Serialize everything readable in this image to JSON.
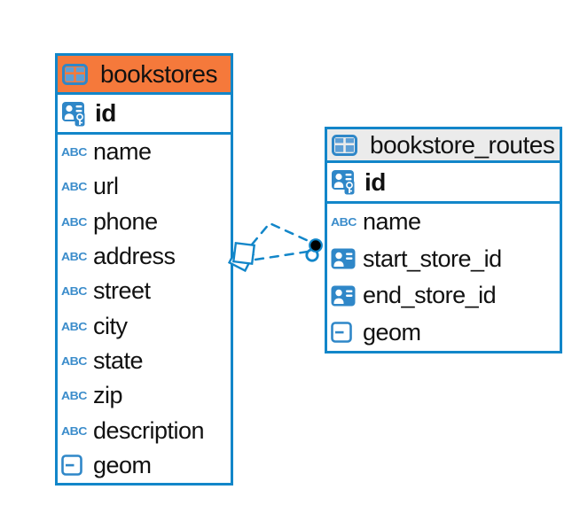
{
  "diagram": {
    "colors": {
      "table_border": "#1286C9",
      "bookstores_header_fill": "#F5793B",
      "bookstore_routes_header_fill": "#EBEBEB",
      "relationship_line": "#1286C9",
      "icon_blue": "#2F87C8",
      "text": "#111111"
    },
    "icons": {
      "text_type_glyph": "ABC"
    },
    "tables": [
      {
        "name": "bookstores",
        "primary_key": {
          "name": "id"
        },
        "columns": [
          {
            "name": "name",
            "type": "text"
          },
          {
            "name": "url",
            "type": "text"
          },
          {
            "name": "phone",
            "type": "text"
          },
          {
            "name": "address",
            "type": "text"
          },
          {
            "name": "street",
            "type": "text"
          },
          {
            "name": "city",
            "type": "text"
          },
          {
            "name": "state",
            "type": "text"
          },
          {
            "name": "zip",
            "type": "text"
          },
          {
            "name": "description",
            "type": "text"
          },
          {
            "name": "geom",
            "type": "geometry"
          }
        ]
      },
      {
        "name": "bookstore_routes",
        "primary_key": {
          "name": "id"
        },
        "columns": [
          {
            "name": "name",
            "type": "text"
          },
          {
            "name": "start_store_id",
            "type": "reference"
          },
          {
            "name": "end_store_id",
            "type": "reference"
          },
          {
            "name": "geom",
            "type": "geometry"
          }
        ]
      }
    ],
    "relationships": [
      {
        "from_table": "bookstores",
        "to_table": "bookstore_routes",
        "line_style": "dashed",
        "from_marker": "diamond",
        "to_marker": "dot"
      },
      {
        "from_table": "bookstores",
        "to_table": "bookstore_routes",
        "line_style": "dashed",
        "from_marker": "diamond",
        "to_marker": "dot"
      }
    ]
  }
}
